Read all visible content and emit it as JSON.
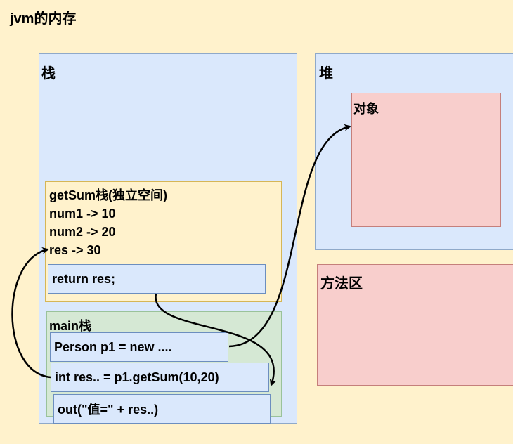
{
  "title": "jvm的内存",
  "stack": {
    "label": "栈",
    "getsum_frame": {
      "title": "getSum栈(独立空间)",
      "lines": [
        "num1 -> 10",
        "num2 -> 20",
        "res -> 30"
      ],
      "return_stmt": "return res;"
    },
    "main_frame": {
      "title": "main栈",
      "statements": [
        "Person p1 = new ....",
        "int res.. = p1.getSum(10,20)",
        "out(\"值=\" + res..)"
      ]
    }
  },
  "heap": {
    "label": "堆",
    "object_label": "对象"
  },
  "method_area": {
    "label": "方法区"
  },
  "colors": {
    "background": "#fff2cc",
    "blue_fill": "#dae8fc",
    "red_fill": "#f8cecc",
    "green_fill": "#d5e8d4"
  }
}
